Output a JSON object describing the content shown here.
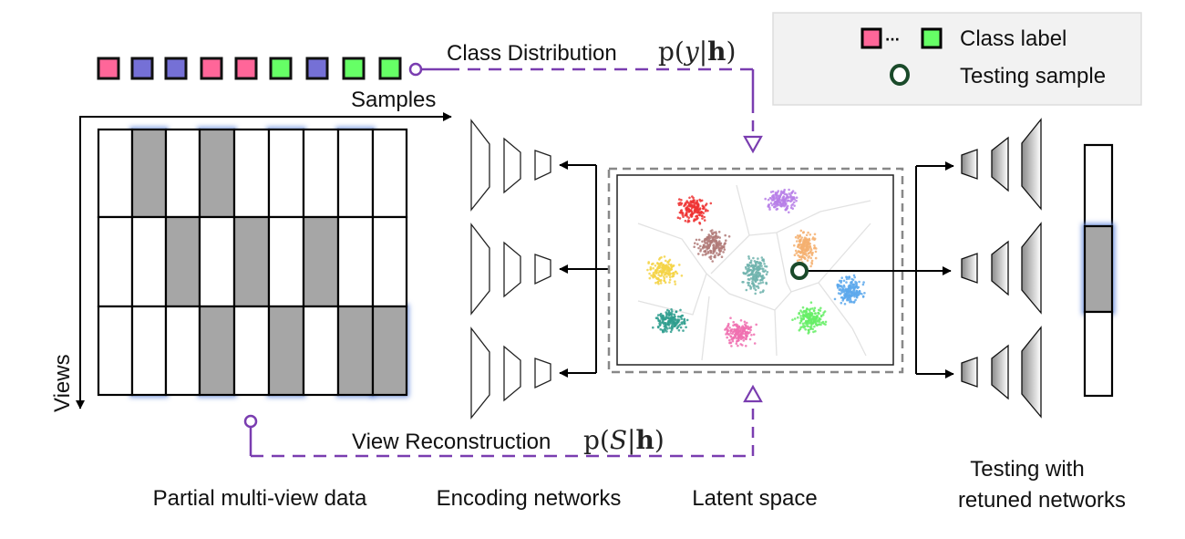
{
  "labels": {
    "samples": "Samples",
    "views": "Views",
    "class_distribution": "Class Distribution",
    "class_distribution_math": {
      "pre": "p(",
      "var": "y",
      "bar": "|",
      "bold": "h",
      "post": ")"
    },
    "view_reconstruction": "View Reconstruction",
    "view_reconstruction_math": {
      "pre": "p(",
      "var": "S",
      "bar": "|",
      "bold": "h",
      "post": ")"
    },
    "partial_multiview": "Partial multi-view data",
    "encoding_networks": "Encoding networks",
    "latent_space": "Latent space",
    "testing_line1": "Testing with",
    "testing_line2": "retuned networks"
  },
  "legend": {
    "class_label": "Class label",
    "ellipsis": "···",
    "testing_sample": "Testing sample"
  },
  "sample_labels": [
    "pink",
    "blue",
    "blue",
    "pink",
    "pink",
    "green",
    "blue",
    "green",
    "green"
  ],
  "missing_matrix": [
    [
      0,
      1,
      0,
      1,
      0,
      0,
      0,
      0,
      0
    ],
    [
      0,
      0,
      1,
      0,
      1,
      0,
      1,
      0,
      0
    ],
    [
      0,
      0,
      0,
      1,
      0,
      1,
      0,
      1,
      1
    ]
  ],
  "test_sample_missing": [
    0,
    1,
    0
  ],
  "colors": {
    "pink": "#ff6699",
    "blue": "#7570d6",
    "green": "#66ff66",
    "purple_path": "#7a3db0",
    "missing_cell": "#a6a6a6",
    "testing_sample": "#1a4a2a"
  },
  "clusters": [
    {
      "color": "#ee3333"
    },
    {
      "color": "#b77fe8"
    },
    {
      "color": "#b07a78"
    },
    {
      "color": "#f5d347"
    },
    {
      "color": "#6fb3ad"
    },
    {
      "color": "#f5b070"
    },
    {
      "color": "#5ca8ec"
    },
    {
      "color": "#2f9e8e"
    },
    {
      "color": "#f070b0"
    },
    {
      "color": "#66ee66"
    }
  ]
}
